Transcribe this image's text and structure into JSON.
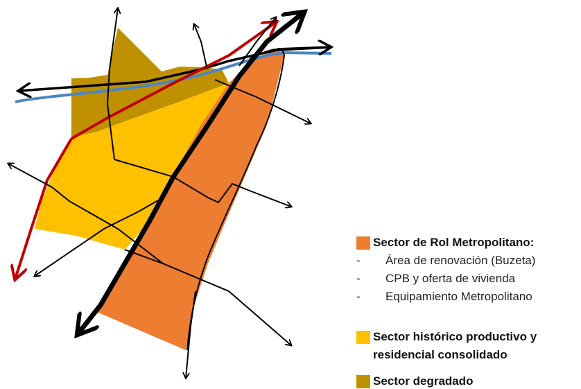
{
  "colors": {
    "rol_metropolitano": "#ed7d31",
    "historico": "#ffc000",
    "degradado": "#bf9000",
    "red_route": "#c00000",
    "blue_river": "#4a86c6",
    "black_route": "#000000"
  },
  "legend": {
    "rol_metropolitano": {
      "title": "Sector de Rol Metropolitano:",
      "items": [
        "Área de renovación (Buzeta)",
        "CPB y oferta de vivienda",
        "Equipamiento Metropolitano"
      ],
      "bullet": "-"
    },
    "historico": {
      "title_line1": "Sector histórico productivo y",
      "title_line2": "residencial consolidado"
    },
    "degradado": {
      "title": "Sector degradado"
    }
  }
}
